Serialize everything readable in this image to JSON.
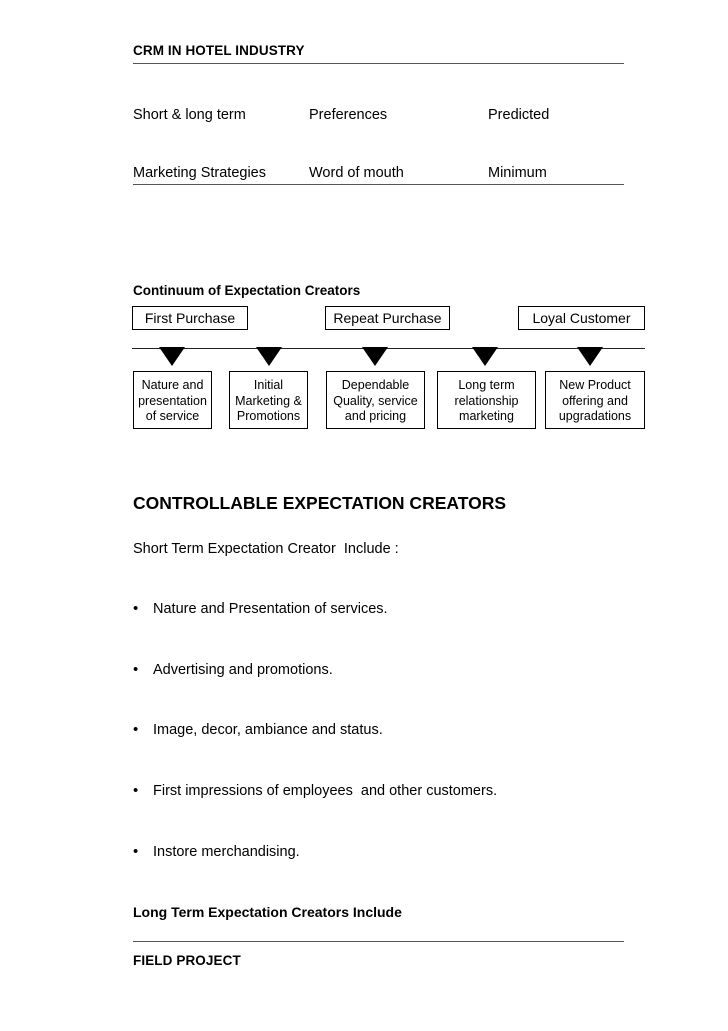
{
  "document": {
    "header_title": "CRM IN HOTEL INDUSTRY",
    "footer_title": "FIELD PROJECT"
  },
  "attribute_table": {
    "rows": [
      {
        "col1": "Short & long term",
        "col2": "Preferences",
        "col3": "Predicted"
      },
      {
        "col1": "Marketing Strategies",
        "col2": "Word of mouth",
        "col3": "Minimum"
      }
    ]
  },
  "continuum": {
    "title": "Continuum of Expectation Creators",
    "stages": [
      {
        "label": "First Purchase"
      },
      {
        "label": "Repeat Purchase"
      },
      {
        "label": "Loyal Customer"
      }
    ],
    "drivers": [
      {
        "line1": "Nature and",
        "line2": "presentation",
        "line3": "of service"
      },
      {
        "line1": "Initial",
        "line2": "Marketing &",
        "line3": "Promotions"
      },
      {
        "line1": "Dependable",
        "line2": "Quality, service",
        "line3": "and pricing"
      },
      {
        "line1": "Long term",
        "line2": "relationship",
        "line3": "marketing"
      },
      {
        "line1": "New Product",
        "line2": "offering and",
        "line3": "upgradations"
      }
    ],
    "marker_icon": "down-triangle-marker"
  },
  "body": {
    "section_title": "CONTROLLABLE EXPECTATION CREATORS",
    "lead_line": "Short Term Expectation Creator  Include :",
    "bullet_glyph": "•",
    "bullets": [
      "Nature and Presentation of services.",
      "Advertising and promotions.",
      "Image, decor, ambiance and status.",
      "First impressions of employees  and other customers.",
      "Instore merchandising."
    ],
    "subsection_title": "Long Term Expectation Creators Include"
  },
  "colors": {
    "text": "#000000",
    "rule": "#555555",
    "box_border": "#000000",
    "background": "#ffffff"
  }
}
